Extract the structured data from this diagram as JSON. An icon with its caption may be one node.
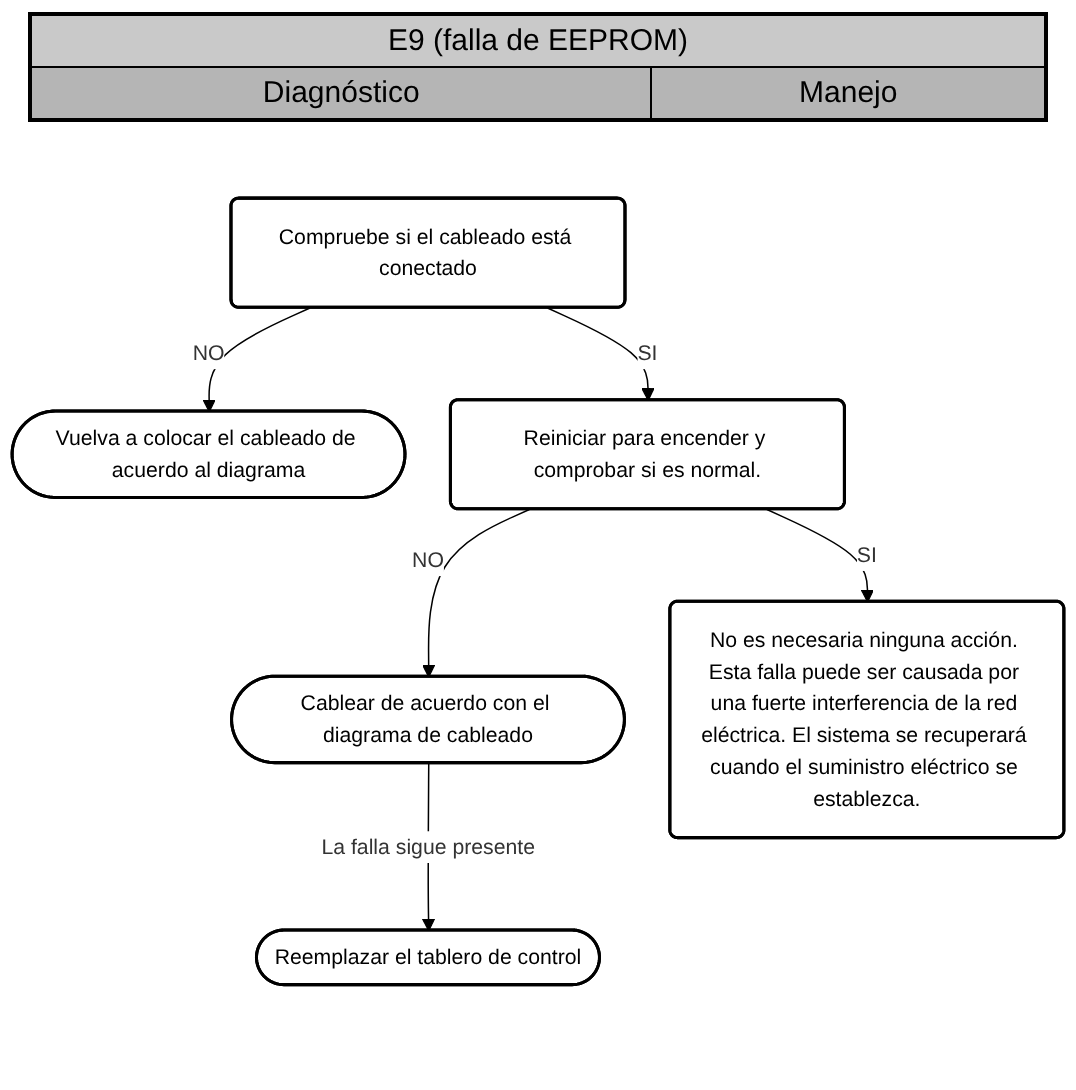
{
  "diagram": {
    "nodes": [
      {
        "text": [
          "Compruebe si el cableado está conectado"
        ]
      },
      {
        "text": [
          "Vuelva a colocar el cableado de acuerdo al diagrama"
        ]
      },
      {
        "text": [
          "Reiniciar para encender y comprobar si es normal."
        ]
      },
      {
        "text": [
          "Cablear de acuerdo con el diagrama de cableado"
        ]
      },
      {
        "text": [
          "No es necesaria ninguna acción. Esta falla puede ser causada por una fuerte interferencia de la red eléctrica. El sistema se recuperará cuando el suministro eléctrico se establezca."
        ]
      },
      {
        "text": [
          "Reemplazar el tablero de control"
        ]
      }
    ],
    "edges": [
      {
        "from": 0,
        "to": 1,
        "arrow": "to",
        "label": "NO"
      },
      {
        "from": 0,
        "to": 2,
        "arrow": "to",
        "label": "SI"
      },
      {
        "from": 2,
        "to": 3,
        "arrow": "to",
        "label": "NO"
      },
      {
        "from": 2,
        "to": 4,
        "arrow": "to",
        "label": "SI"
      },
      {
        "from": 3,
        "to": 5,
        "arrow": "to",
        "label": "La falla sigue presente"
      }
    ],
    "labels": [
      "E9 (falla de EEPROM)",
      "Diagnóstico",
      "Manejo"
    ]
  }
}
